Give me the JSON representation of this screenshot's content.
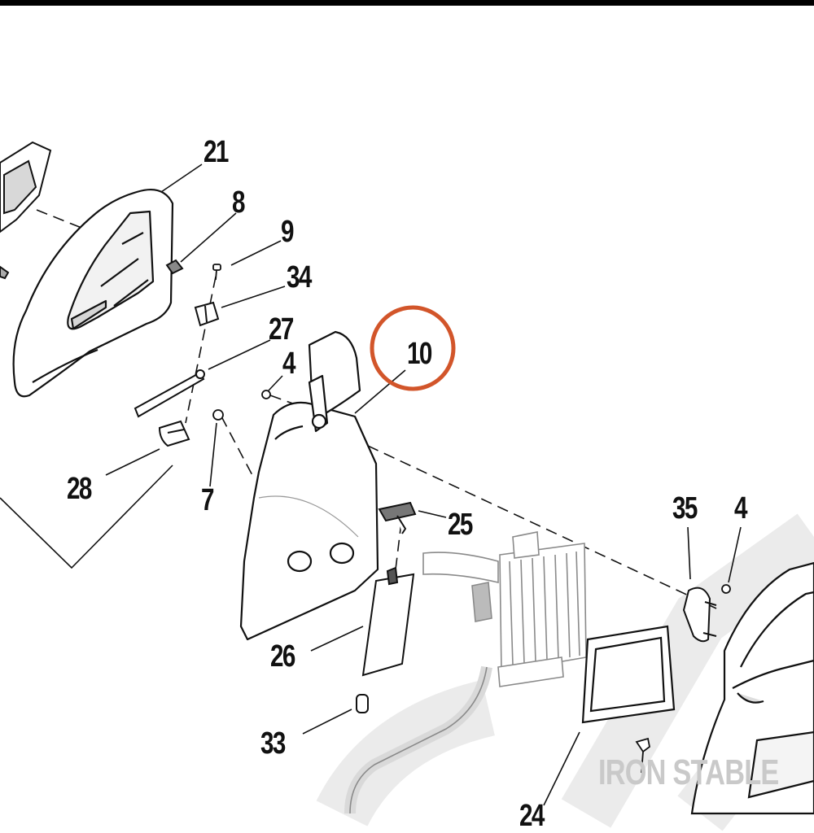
{
  "callouts": {
    "p21": "21",
    "p8": "8",
    "p9": "9",
    "p34": "34",
    "p27": "27",
    "p4a": "4",
    "p10": "10",
    "p28": "28",
    "p7": "7",
    "p25": "25",
    "p35": "35",
    "p4b": "4",
    "p26": "26",
    "p33": "33",
    "p24": "24"
  },
  "highlight": {
    "part": "10",
    "color": "#d2552a"
  },
  "watermark": "IRON STABLE",
  "colors": {
    "line": "#111111",
    "ghost": "#e6e6e6",
    "faint": "#bdbdbd"
  }
}
